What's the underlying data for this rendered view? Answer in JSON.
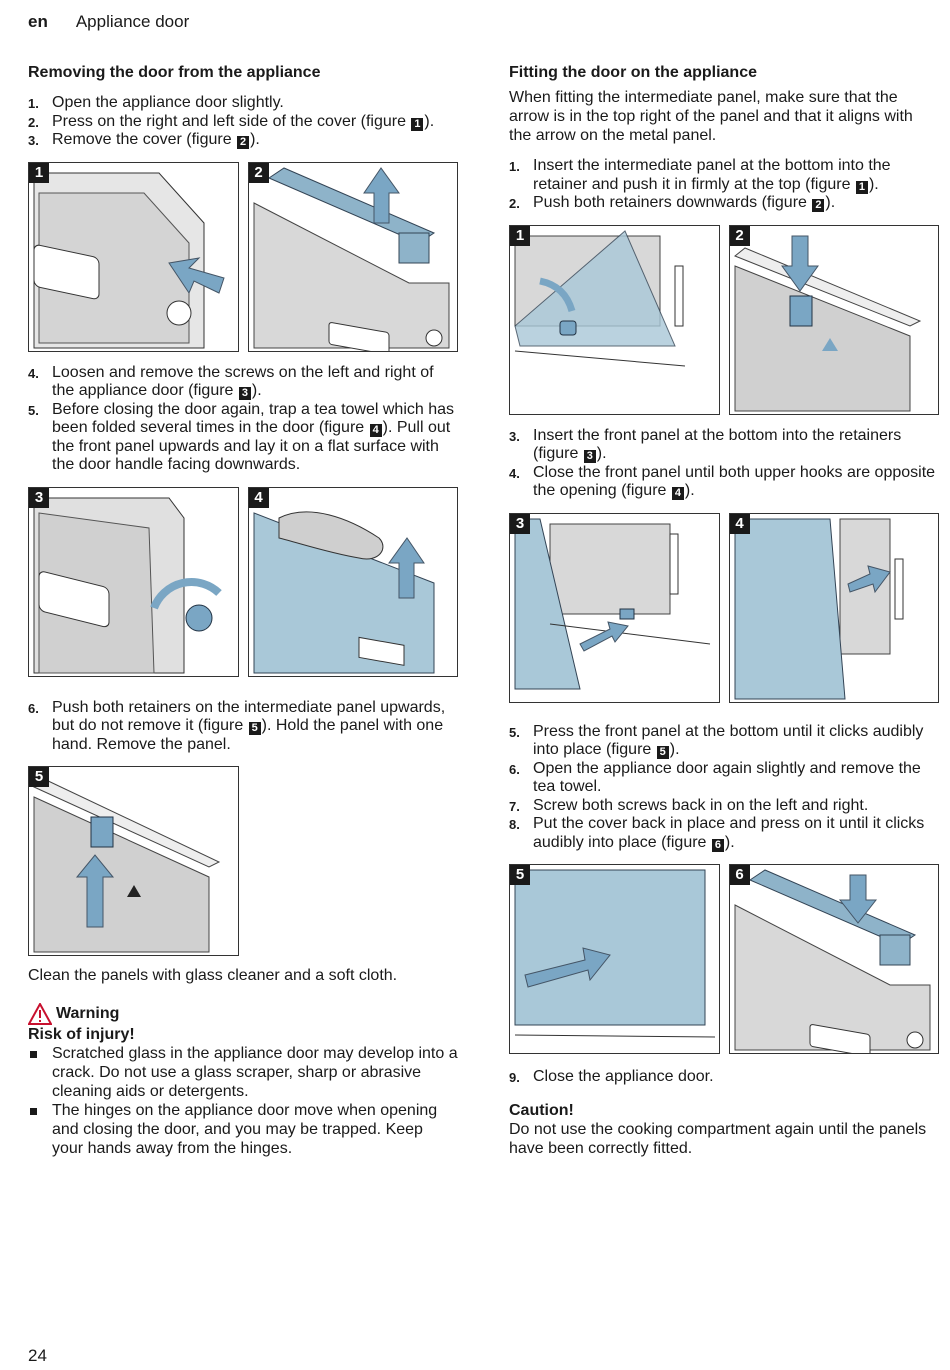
{
  "header": {
    "lang": "en",
    "title": "Appliance door"
  },
  "left": {
    "heading": "Removing the door from the appliance",
    "steps_a": [
      {
        "num": "1.",
        "pre": "Open the appliance door slightly.",
        "fig": "",
        "post": ""
      },
      {
        "num": "2.",
        "pre": "Press on the right and left side of the cover (figure ",
        "fig": "1",
        "post": ")."
      },
      {
        "num": "3.",
        "pre": "Remove the cover (figure ",
        "fig": "2",
        "post": ")."
      }
    ],
    "steps_b": [
      {
        "num": "4.",
        "pre": "Loosen and remove the screws on the left and right of the appliance door (figure ",
        "fig": "3",
        "post": ")."
      },
      {
        "num": "5.",
        "pre": "Before closing the door again, trap a tea towel which has been folded several times in the door (figure ",
        "fig": "4",
        "post": "). Pull out the front panel upwards and lay it on a flat surface with the door handle facing downwards."
      }
    ],
    "steps_c": [
      {
        "num": "6.",
        "pre": "Push both retainers on the intermediate panel upwards, but do not remove it (figure ",
        "fig": "5",
        "post": "). Hold the panel with one hand. Remove the panel."
      }
    ],
    "clean_text": "Clean the panels with glass cleaner and a soft cloth.",
    "warning_title": "Warning",
    "risk_title": "Risk of injury!",
    "bullets": [
      "Scratched glass in the appliance door may develop into a crack. Do not use a glass scraper, sharp or abrasive cleaning aids or detergents.",
      "The hinges on the appliance door move when opening and closing the door, and you may be trapped. Keep your hands away from the hinges."
    ],
    "figures": [
      "1",
      "2",
      "3",
      "4",
      "5"
    ]
  },
  "right": {
    "heading": "Fitting the door on the appliance",
    "intro": "When fitting the intermediate panel, make sure that the arrow is in the top right of the panel and that it aligns with the arrow on the metal panel.",
    "steps_a": [
      {
        "num": "1.",
        "pre": "Insert the intermediate panel at the bottom into the retainer and push it in firmly at the top (figure ",
        "fig": "1",
        "post": ")."
      },
      {
        "num": "2.",
        "pre": "Push both retainers downwards (figure ",
        "fig": "2",
        "post": ")."
      }
    ],
    "steps_b": [
      {
        "num": "3.",
        "pre": "Insert the front panel at the bottom into the retainers (figure ",
        "fig": "3",
        "post": ")."
      },
      {
        "num": "4.",
        "pre": "Close the front panel until both upper hooks are opposite the opening (figure ",
        "fig": "4",
        "post": ")."
      }
    ],
    "steps_c": [
      {
        "num": "5.",
        "pre": "Press the front panel at the bottom until it clicks audibly into place (figure ",
        "fig": "5",
        "post": ")."
      },
      {
        "num": "6.",
        "pre": "Open the appliance door again slightly and remove the tea towel.",
        "fig": "",
        "post": ""
      },
      {
        "num": "7.",
        "pre": "Screw both screws back in on the left and right.",
        "fig": "",
        "post": ""
      },
      {
        "num": "8.",
        "pre": "Put the cover back in place and press on it until it clicks audibly into place (figure ",
        "fig": "6",
        "post": ")."
      }
    ],
    "steps_d": [
      {
        "num": "9.",
        "pre": "Close the appliance door.",
        "fig": "",
        "post": ""
      }
    ],
    "caution_title": "Caution!",
    "caution_text": "Do not use the cooking compartment again until the panels have been correctly fitted.",
    "figures": [
      "1",
      "2",
      "3",
      "4",
      "5",
      "6"
    ]
  },
  "footer": {
    "page_number": "24"
  },
  "colors": {
    "glass_blue": "#a9c8d8",
    "arrow_blue": "#7aa6c4",
    "text": "#1a1a1a"
  }
}
